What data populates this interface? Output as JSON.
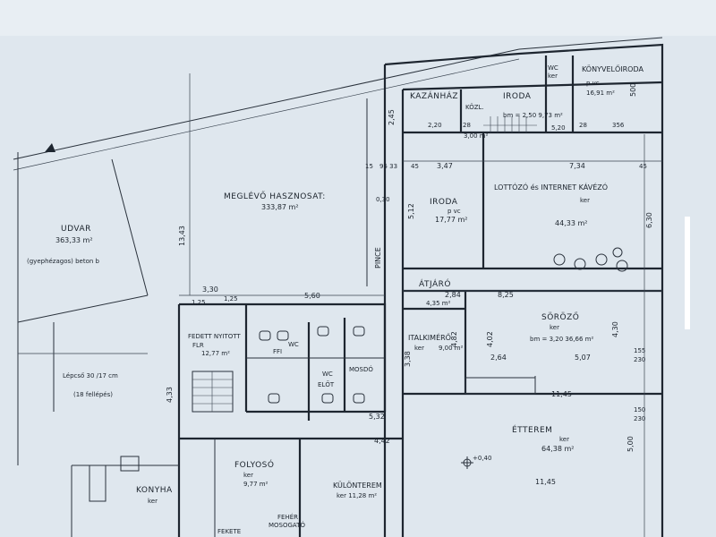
{
  "rooms": {
    "kazanhaz": "KAZÁNHÁZ",
    "kozl": "KÖZL.",
    "wc_top": "WC",
    "wc_top_sub": "ker",
    "iroda_top": "IRODA",
    "iroda_top_area": "bm = 2,50    9,73 m²",
    "konyveloiroda": "KÖNYVELŐIRODA",
    "konyveloiroda_sub": "p vc",
    "konyveloiroda_area": "16,91 m²",
    "meglevo": "MEGLÉVŐ HASZNOSAT:",
    "meglevo_area": "333,87 m²",
    "udvar": "UDVAR",
    "udvar_area": "363,33 m²",
    "udvar_note": "(gyephézagos) beton b",
    "iroda_mid": "IRODA",
    "iroda_mid_sub": "p vc",
    "iroda_mid_area": "17,77 m²",
    "lottozo": "LOTTÓZÓ  és  INTERNET  KÁVÉZÓ",
    "lottozo_sub": "ker",
    "lottozo_area": "44,33 m²",
    "pince": "PINCE",
    "atjaro": "ÁTJÁRÓ",
    "atjaro_area": "4,35 m²",
    "italkimero": "ITALKIMÉRŐ",
    "italkimero_sub": "ker",
    "italkimero_area": "9,00 m²",
    "sorozo": "SÖRÖZŐ",
    "sorozo_sub": "ker",
    "sorozo_area": "bm = 3,20   36,66 m²",
    "fedett": "FEDETT  NYITOTT",
    "fedett_sub": "FLR",
    "fedett_area": "12,77 m²",
    "ffi": "FFI",
    "wc_mid": "WC",
    "wc_mid2": "WC",
    "eloter": "ELŐT",
    "mosdo": "MOSDÓ",
    "stair_note": "Lépcső 30 /17 cm",
    "stair_note2": "(18 fellépés)",
    "etterem": "ÉTTEREM",
    "etterem_sub": "ker",
    "etterem_area": "64,38 m²",
    "folyoso": "FOLYOSÓ",
    "folyoso_sub": "ker",
    "folyoso_area": "9,77 m²",
    "konyha": "KONYHA",
    "konyha_sub": "ker",
    "kulonterem": "KÜLÖNTEREM",
    "kulonterem_area": "ker  11,28 m²",
    "feher": "FEHÉR",
    "mosogato": "MOSOGATÓ",
    "fekete": "FEKETE"
  },
  "dims": {
    "d_347": "3,47",
    "d_734": "7,34",
    "d_45a": "45",
    "d_45b": "45",
    "d_15": "15",
    "d_9533": "95 33",
    "d_512": "5,12",
    "d_630": "6,30",
    "d_330": "3,30",
    "d_125a": "1,25",
    "d_125b": "1,25",
    "d_560": "5,60",
    "d_284": "2,84",
    "d_825": "8,25",
    "d_482": "4,82",
    "d_402": "4,02",
    "d_264": "2,64",
    "d_507": "5,07",
    "d_338": "3,38",
    "d_430": "4,30",
    "d_1343": "13,43",
    "d_1145a": "11,45",
    "d_1145b": "11,45",
    "d_532": "5,32",
    "d_442": "4,42",
    "d_500": "5,00",
    "d_220": "2,20",
    "d_245": "2,45",
    "d_300": "3,00 m²",
    "d_520": "5,20",
    "d_356": "356",
    "d_28a": "28",
    "d_28b": "28",
    "d_500top": "500",
    "d_433": "4,33",
    "d_155": "155",
    "d_230a": "230",
    "d_230b": "230",
    "d_150": "150",
    "d_040": "+0,40",
    "d_030": "0,30"
  }
}
